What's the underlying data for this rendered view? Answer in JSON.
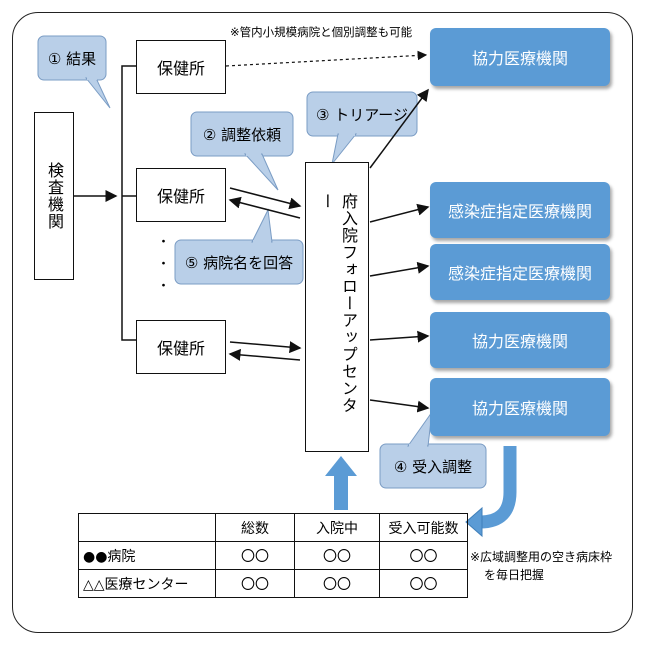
{
  "lab": "検査機関",
  "health_centers": [
    "保健所",
    "保健所",
    "保健所"
  ],
  "dots": "・\n・\n・",
  "follow_up_center": "府入院フォローアップセンター",
  "hospitals": [
    "協力医療機関",
    "感染症指定医療機関",
    "感染症指定医療機関",
    "協力医療機関",
    "協力医療機関"
  ],
  "callouts": {
    "results": "① 結果",
    "request": "② 調整依頼",
    "triage": "③ トリアージ",
    "accept": "④ 受入調整",
    "answer": "⑤ 病院名を回答"
  },
  "notes": {
    "small_hospitals": "※管内小規模病院と個別調整も可能",
    "beds_line1": "※広域調整用の空き病床枠",
    "beds_line2": "を毎日把握"
  },
  "table": {
    "headers": [
      "",
      "総数",
      "入院中",
      "受入可能数"
    ],
    "rows": [
      [
        "●●病院",
        "〇〇",
        "〇〇",
        "〇〇"
      ],
      [
        "△△医療センター",
        "〇〇",
        "〇〇",
        "〇〇"
      ]
    ]
  },
  "colors": {
    "hospital_fill": "#5b9bd5",
    "callout_fill": "#b9cfe8",
    "line": "#111111"
  }
}
